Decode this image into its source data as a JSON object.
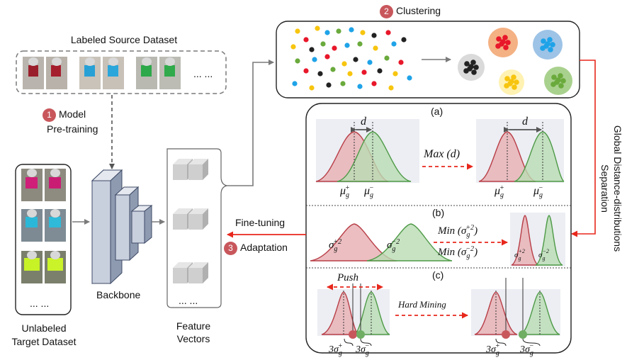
{
  "source": {
    "title": "Labeled Source Dataset",
    "ellipsis": "... ..."
  },
  "step1": {
    "num": "1",
    "label_line1": "Model",
    "label_line2": "Pre-training"
  },
  "target": {
    "line1": "Unlabeled",
    "line2": "Target Dataset",
    "ellipsis": "... ..."
  },
  "backbone": {
    "label": "Backbone"
  },
  "features": {
    "line1": "Feature",
    "line2": "Vectors",
    "ellipsis": "... ..."
  },
  "step2": {
    "num": "2",
    "label": "Clustering"
  },
  "step3": {
    "num": "3",
    "fine_tuning": "Fine-tuning",
    "adaptation": "Adaptation"
  },
  "side_label": {
    "line1": "Global Distance-distributions",
    "line2": "Separation"
  },
  "panel_a": {
    "tag": "(a)",
    "d": "d",
    "arrow_text": "Max (d)"
  },
  "panel_b": {
    "tag": "(b)",
    "min1": "Min (σ_g^{+2})",
    "min2": "Min (σ_g^{−2})"
  },
  "panel_c": {
    "tag": "(c)",
    "push": "Push",
    "hard_mining": "Hard Mining"
  },
  "colors": {
    "badge": "#c8575c",
    "red_arrow": "#e8271c",
    "pos_fill": "#e9b3b6",
    "pos_line": "#b83e47",
    "neg_fill": "#b9dcb3",
    "neg_line": "#4e9a47",
    "cluster_black": "#222222",
    "cluster_red": "#e8172a",
    "cluster_blue": "#1fa3e8",
    "cluster_yellow": "#f7c50f",
    "cluster_green": "#6aaa3c",
    "halo_red": "#f4b183",
    "halo_blue": "#9dc3e6",
    "halo_yellow": "#fff2b2",
    "halo_green": "#a9d18e",
    "halo_black": "#dadada"
  }
}
